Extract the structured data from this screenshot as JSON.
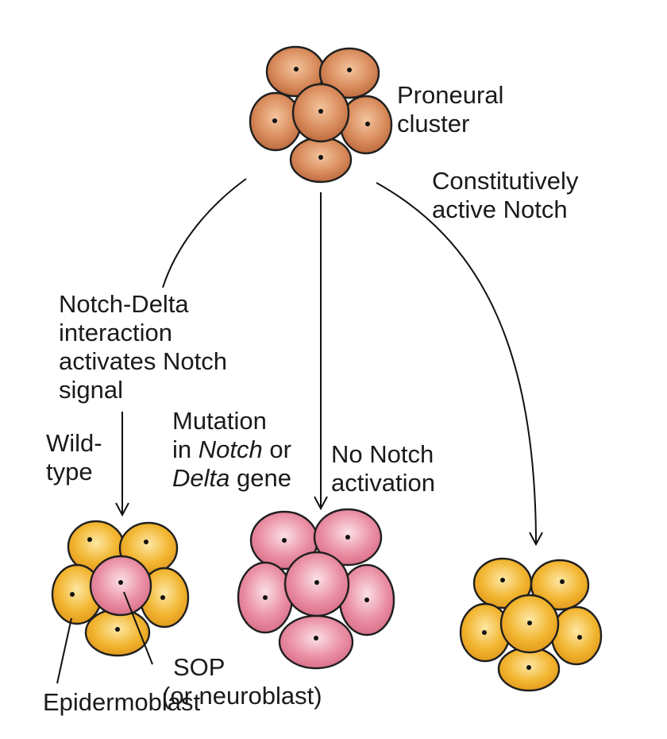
{
  "labels": {
    "proneural": [
      "Proneural",
      "cluster"
    ],
    "constitutive": [
      "Constitutively",
      "active Notch"
    ],
    "interaction": [
      "Notch-Delta",
      "interaction",
      "activates Notch",
      "signal"
    ],
    "wild": [
      "Wild-",
      "type"
    ],
    "mutation": {
      "line1": "Mutation",
      "line2_pre": "in ",
      "line2_gene": "Notch",
      "line2_post": " or",
      "line3_gene": "Delta",
      "line3_post": " gene"
    },
    "no_notch": [
      "No Notch",
      "activation"
    ],
    "sop": [
      "SOP",
      "(or neuroblast)"
    ],
    "epidermoblast": "Epidermoblast"
  },
  "colors": {
    "proneural": "#d98c5c",
    "epidermal": "#f2b631",
    "neural": "#ea8fa4"
  }
}
